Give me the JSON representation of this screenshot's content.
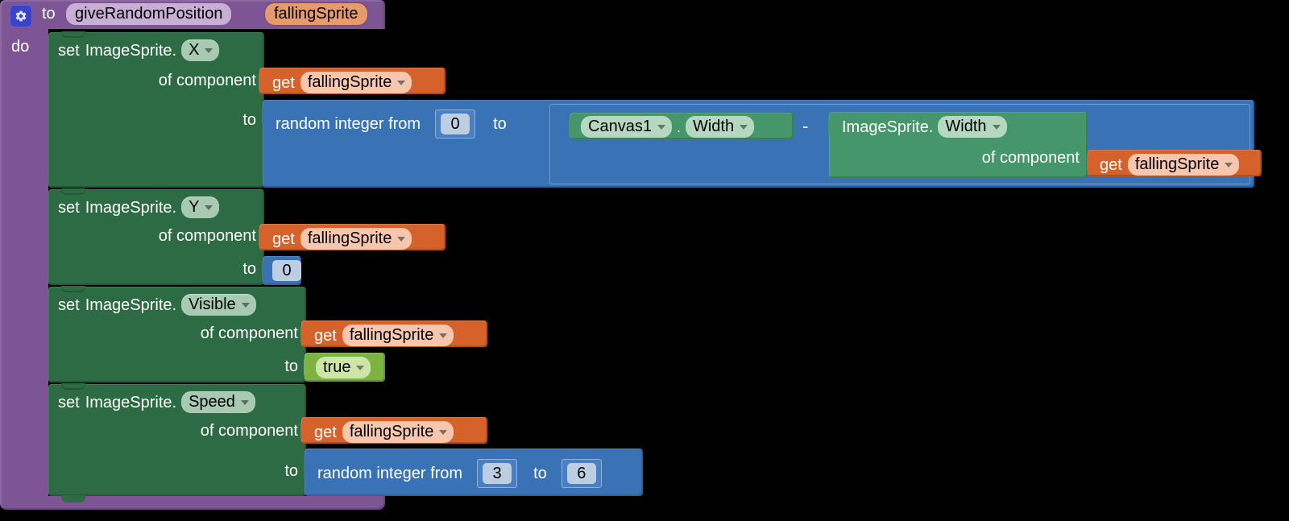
{
  "editor": {
    "name": "MIT App Inventor Blocks Editor",
    "background": "#000000"
  },
  "colors": {
    "procedure_purple": "#7D5494",
    "setter_green": "#2C6B43",
    "component_green": "#45976B",
    "math_blue": "#3A73B5",
    "variable_orange": "#D4622A",
    "logic_green": "#7CB342",
    "number_field": "#BDCEE3"
  },
  "procedure": {
    "icon": "gear-icon",
    "to_label": "to",
    "name": "giveRandomPosition",
    "parameters": [
      "fallingSprite"
    ],
    "do_label": "do"
  },
  "statements": [
    {
      "set_label": "set",
      "component_type": "ImageSprite.",
      "property": "X",
      "of_component_label": "of component",
      "component_value": {
        "get_label": "get",
        "variable": "fallingSprite"
      },
      "to_label": "to",
      "value": {
        "type": "random-integer",
        "label": "random integer from",
        "from": "0",
        "to_label": "to",
        "to_expr": {
          "type": "subtract",
          "operator": "-",
          "left": {
            "component": "Canvas1",
            "dot": ".",
            "property": "Width"
          },
          "right": {
            "component_type": "ImageSprite.",
            "property": "Width",
            "of_component_label": "of component",
            "component_value": {
              "get_label": "get",
              "variable": "fallingSprite"
            }
          }
        }
      }
    },
    {
      "set_label": "set",
      "component_type": "ImageSprite.",
      "property": "Y",
      "of_component_label": "of component",
      "component_value": {
        "get_label": "get",
        "variable": "fallingSprite"
      },
      "to_label": "to",
      "value": {
        "type": "number",
        "number": "0"
      }
    },
    {
      "set_label": "set",
      "component_type": "ImageSprite.",
      "property": "Visible",
      "of_component_label": "of component",
      "component_value": {
        "get_label": "get",
        "variable": "fallingSprite"
      },
      "to_label": "to",
      "value": {
        "type": "logic",
        "boolean": "true"
      }
    },
    {
      "set_label": "set",
      "component_type": "ImageSprite.",
      "property": "Speed",
      "of_component_label": "of component",
      "component_value": {
        "get_label": "get",
        "variable": "fallingSprite"
      },
      "to_label": "to",
      "value": {
        "type": "random-integer",
        "label": "random integer from",
        "from": "3",
        "to_label": "to",
        "to_value": "6"
      }
    }
  ]
}
